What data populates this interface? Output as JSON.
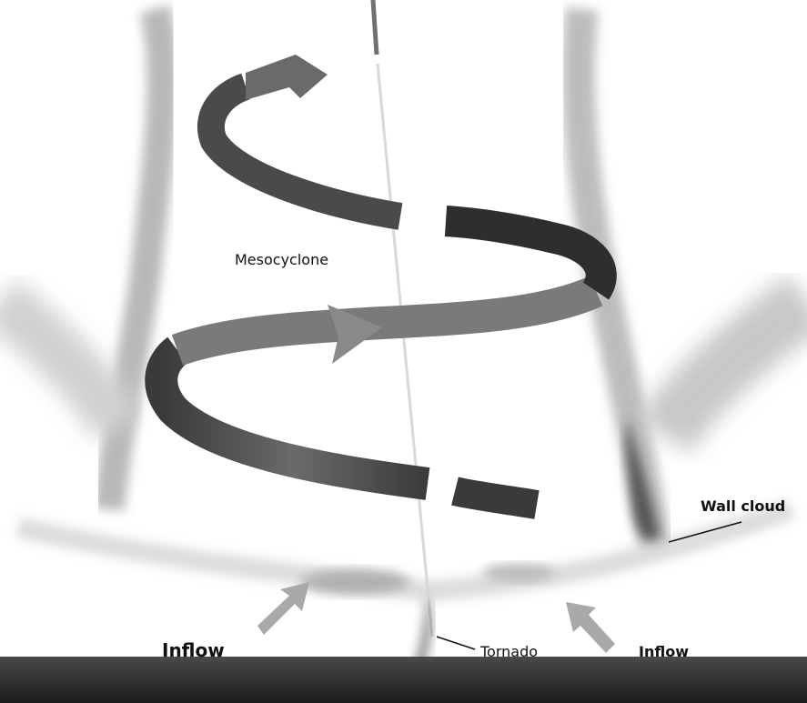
{
  "labels": {
    "mesocyclone": "Mesocyclone",
    "wall_cloud": "Wall cloud",
    "tornado": "Tornado",
    "inflow_left": "Inflow",
    "inflow_right": "Inflow"
  },
  "colors": {
    "background": "#ffffff",
    "ribbon_dark": "#2b2b2b",
    "ribbon_mid": "#5a5a5a",
    "ribbon_light": "#8a8a8a",
    "cloud_gray": "#b9b9b9",
    "inflow_arrow": "#a9a9a9",
    "ground": "#2a2a2a",
    "text": "#111111"
  },
  "icons": {
    "spiral": "mesocyclone-spiral-arrow",
    "inflow": "inflow-arrow",
    "funnel": "tornado-funnel"
  }
}
